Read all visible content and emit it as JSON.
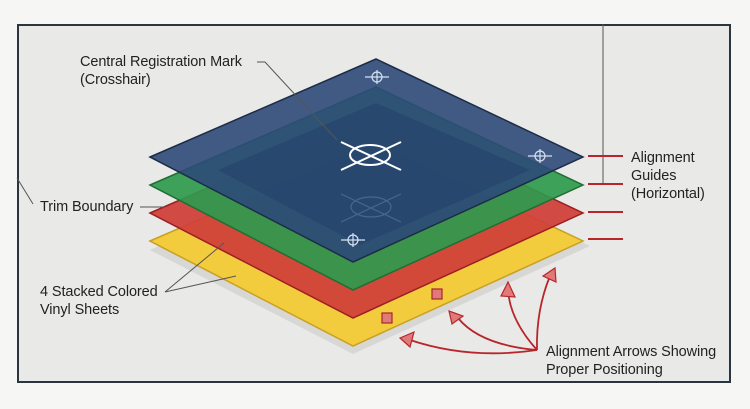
{
  "diagram": {
    "labels": {
      "registration_line1": "Central Registration Mark",
      "registration_line2": "(Crosshair)",
      "trim_boundary": "Trim Boundary",
      "sheets_line1": "4 Stacked Colored",
      "sheets_line2": "Vinyl Sheets",
      "guides_line1": "Alignment",
      "guides_line2": "Guides",
      "guides_line3": "(Horizontal)",
      "arrows_line1": "Alignment Arrows Showing",
      "arrows_line2": "Proper Positioning"
    },
    "sheets": [
      {
        "name": "blue",
        "color": "#2d4a78"
      },
      {
        "name": "green",
        "color": "#2e9a4e"
      },
      {
        "name": "red",
        "color": "#d0413a"
      },
      {
        "name": "yellow",
        "color": "#f2cc3c"
      }
    ],
    "colors": {
      "background": "#f6f6f5",
      "frame_fill": "#e9e9e7",
      "frame_border": "#2b3540",
      "guide_red": "#b8262c",
      "arrow_fill": "#e07a78",
      "leader_line": "#555555",
      "text": "#222222"
    }
  }
}
